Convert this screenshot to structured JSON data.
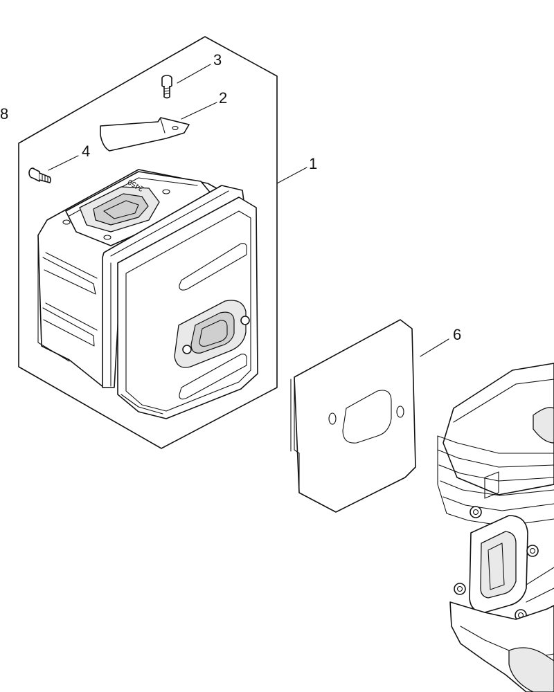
{
  "callouts": {
    "c1": "1",
    "c2": "2",
    "c3": "3",
    "c4": "4",
    "c6": "6",
    "c8": "8"
  },
  "emboss_text": "2450",
  "colors": {
    "line": "#111111",
    "background": "#ffffff",
    "shade": "#e9e9e9"
  }
}
